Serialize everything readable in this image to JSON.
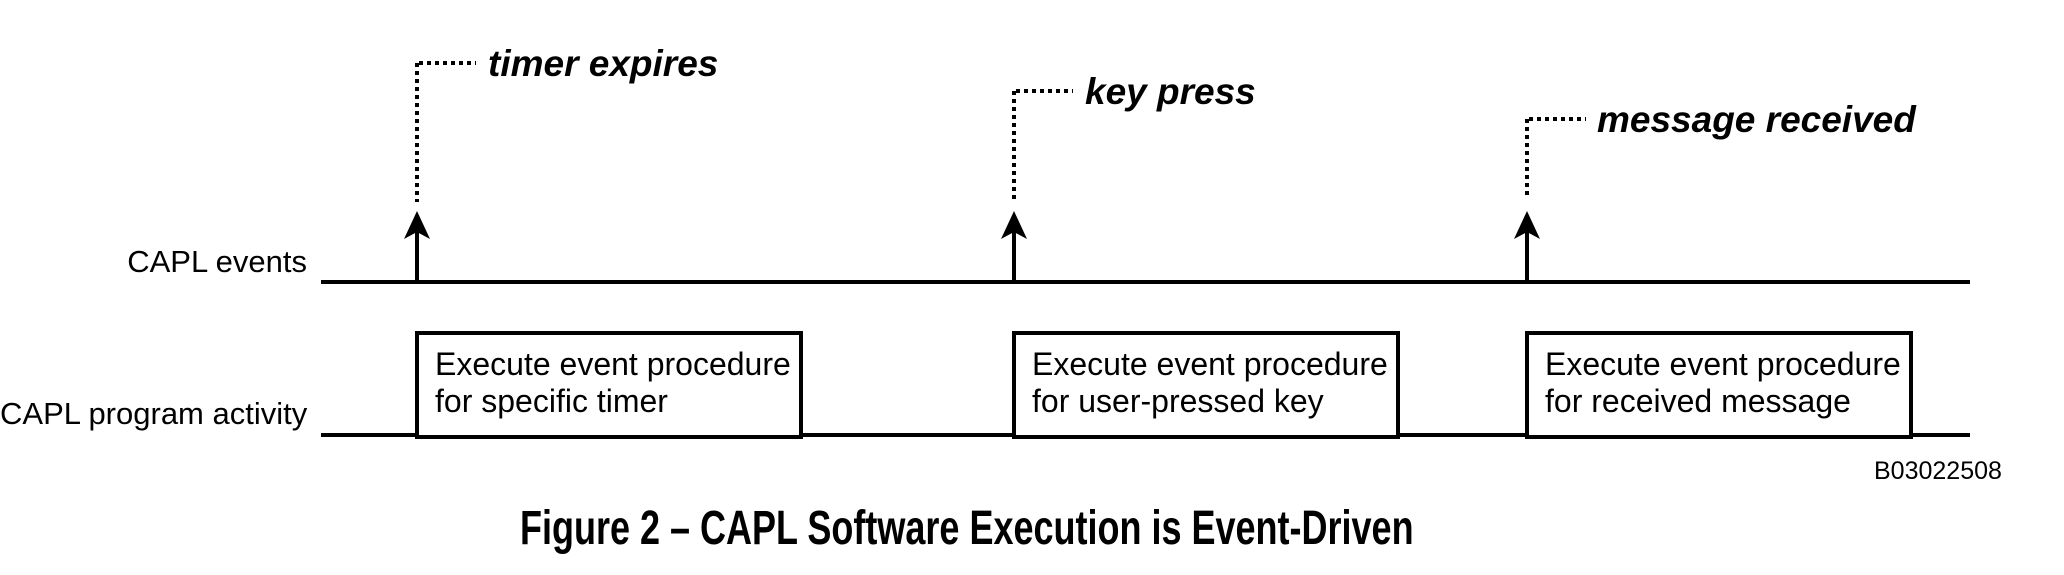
{
  "figure": {
    "row_labels": [
      "CAPL events",
      "CAPL program activity"
    ],
    "events": [
      {
        "label": "timer expires",
        "box_lines": [
          "Execute event procedure",
          "for specific timer"
        ]
      },
      {
        "label": "key press",
        "box_lines": [
          "Execute event procedure",
          "for user-pressed key"
        ]
      },
      {
        "label": "message received",
        "box_lines": [
          "Execute event procedure",
          "for received message"
        ]
      }
    ],
    "reference_number": "B03022508",
    "caption": "Figure 2 – CAPL Software Execution is Event-Driven"
  },
  "colors": {
    "ink": "#000000",
    "background": "#ffffff"
  }
}
